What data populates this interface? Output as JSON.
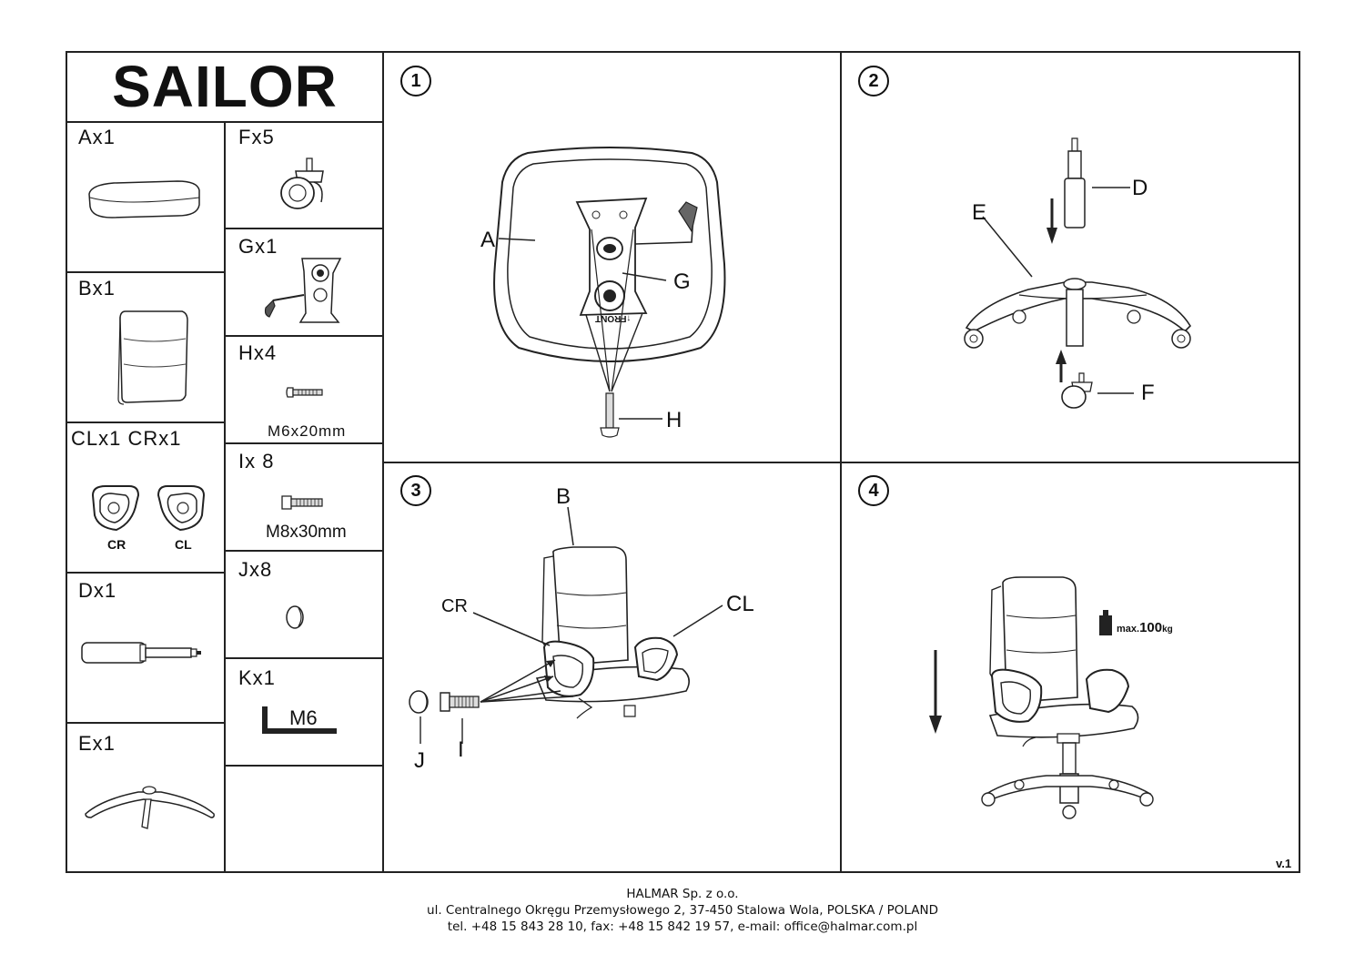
{
  "title": "SAILOR",
  "parts": [
    {
      "id": "A",
      "label": "Ax1"
    },
    {
      "id": "B",
      "label": "Bx1"
    },
    {
      "id": "CLCR",
      "label": "CLx1  CRx1",
      "sub": [
        "CR",
        "CL"
      ]
    },
    {
      "id": "D",
      "label": "Dx1"
    },
    {
      "id": "E",
      "label": "Ex1"
    },
    {
      "id": "F",
      "label": "Fx5"
    },
    {
      "id": "G",
      "label": "Gx1"
    },
    {
      "id": "H",
      "label": "Hx4",
      "dim": "M6x20mm"
    },
    {
      "id": "I",
      "label": "Ix 8",
      "dim": "M8x30mm"
    },
    {
      "id": "J",
      "label": "Jx8"
    },
    {
      "id": "K",
      "label": "Kx1",
      "dim": "M6"
    }
  ],
  "steps": {
    "s1": {
      "num": "1",
      "callouts": {
        "A": "A",
        "G": "G",
        "H": "H"
      },
      "front_text": "↑FRONT"
    },
    "s2": {
      "num": "2",
      "callouts": {
        "D": "D",
        "E": "E",
        "F": "F"
      }
    },
    "s3": {
      "num": "3",
      "callouts": {
        "B": "B",
        "CR": "CR",
        "CL": "CL",
        "J": "J",
        "I": "I"
      }
    },
    "s4": {
      "num": "4",
      "max_prefix": "max.",
      "max_value": "100",
      "max_unit": "kg"
    }
  },
  "version": "v.1",
  "footer": {
    "company": "HALMAR Sp. z o.o.",
    "address": "ul. Centralnego Okręgu Przemysłowego 2, 37-450 Stalowa Wola, POLSKA / POLAND",
    "contact": "tel. +48 15 843 28 10, fax: +48 15 842 19 57, e-mail: office@halmar.com.pl"
  }
}
